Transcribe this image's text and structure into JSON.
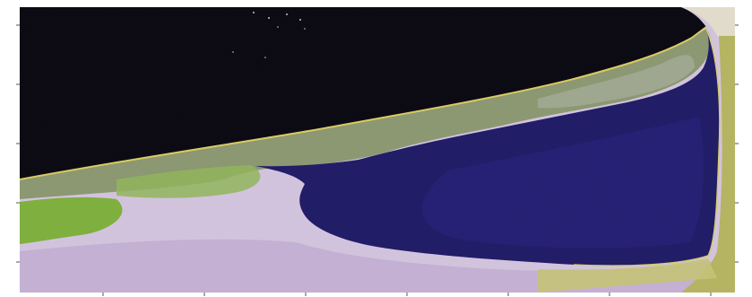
{
  "map": {
    "kind": "false-color satellite image",
    "features": [
      "sea",
      "sandbar-spit",
      "lagoon",
      "coastal-land",
      "vegetation"
    ],
    "colors": {
      "sea": "#05040d",
      "lagoon": "#1c1766",
      "sandbar": "#8c9a72",
      "vegetation": "#7fb33a",
      "land_pink": "#d8c8e4",
      "shoreline": "#e0d060",
      "frame": "#ffffff"
    },
    "left_ticks": [
      "",
      "",
      "",
      "",
      ""
    ],
    "right_ticks": [
      "",
      "",
      "",
      "",
      ""
    ],
    "bottom_ticks": [
      "",
      "",
      "",
      "",
      "",
      "",
      ""
    ]
  }
}
